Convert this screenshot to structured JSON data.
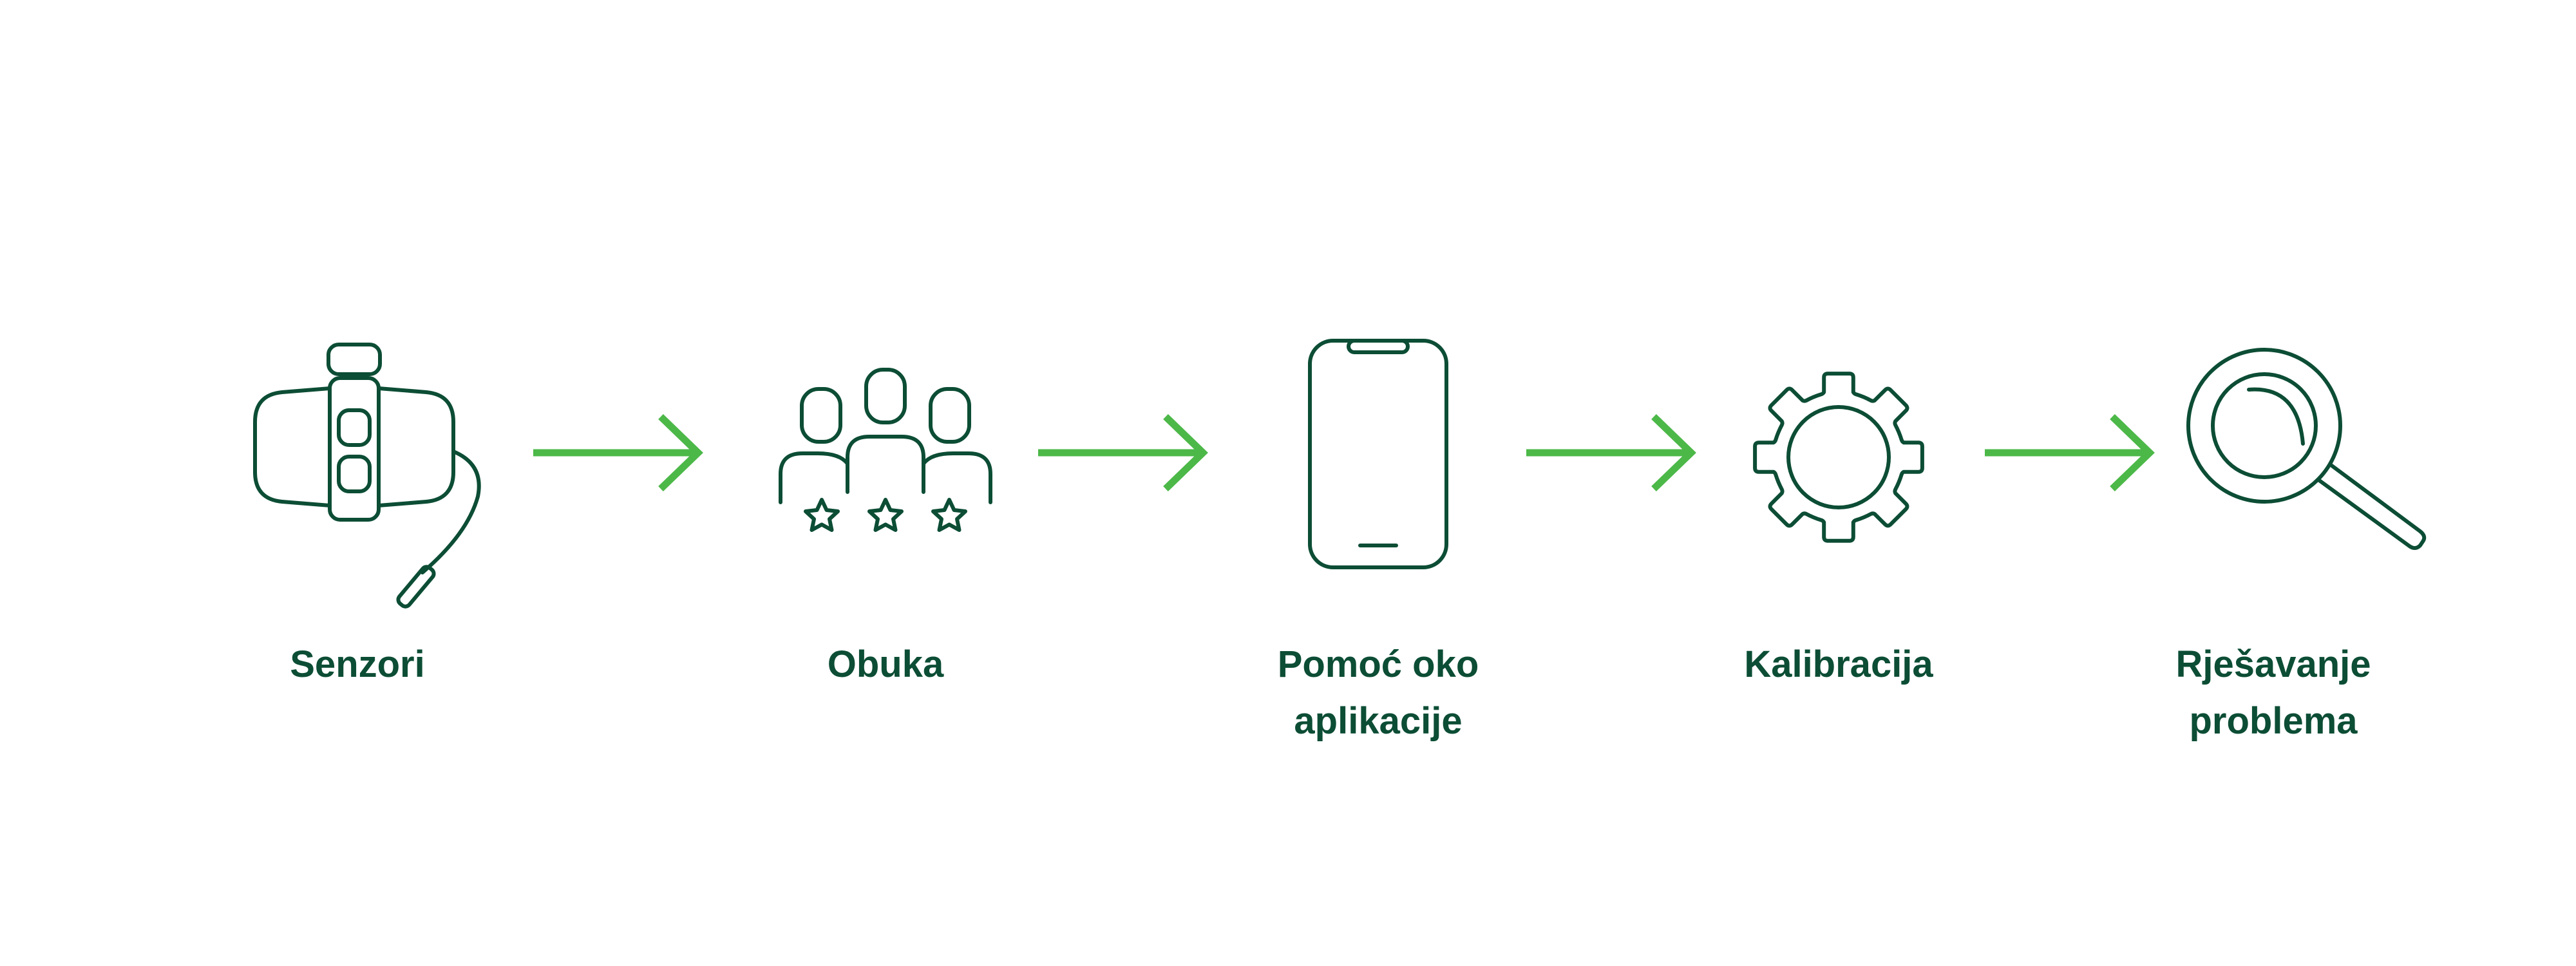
{
  "colors": {
    "icon_stroke": "#0c4d35",
    "arrow": "#4cb848",
    "label_text": "#0c4d35",
    "background": "#ffffff"
  },
  "steps": [
    {
      "icon": "sensor-icon",
      "label": "Senzori"
    },
    {
      "icon": "training-group-icon",
      "label": "Obuka"
    },
    {
      "icon": "smartphone-icon",
      "label": "Pomoć oko\naplikacije"
    },
    {
      "icon": "gear-icon",
      "label": "Kalibracija"
    },
    {
      "icon": "magnifier-icon",
      "label": "Rješavanje\nproblema"
    }
  ]
}
